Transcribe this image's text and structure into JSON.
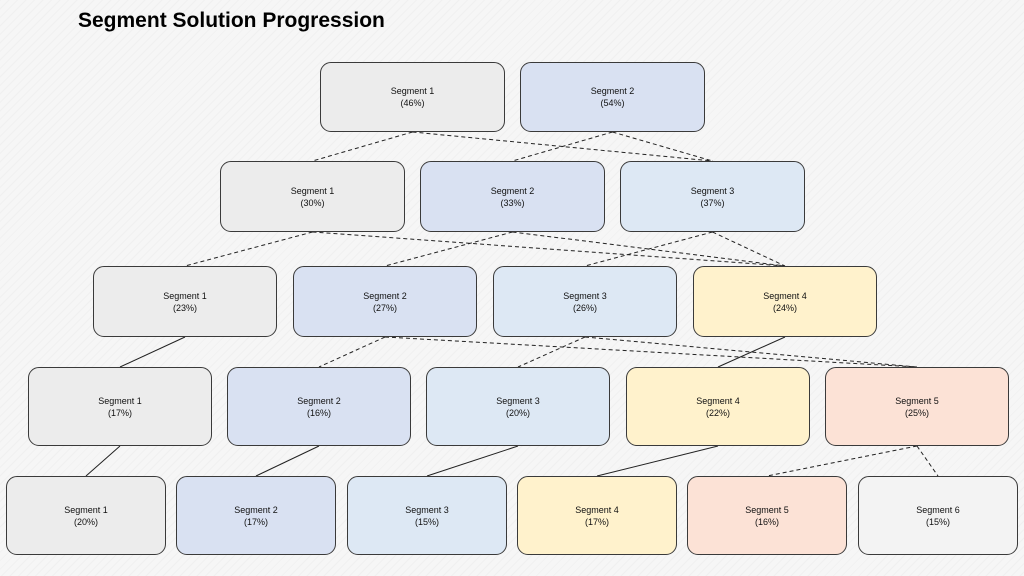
{
  "title": "Segment Solution Progression",
  "colors": {
    "grey": "#ececec",
    "blue": "#d9e1f2",
    "lightblue": "#dde8f4",
    "yellow": "#fff2cc",
    "peach": "#fce2d6",
    "white": "#f3f3f3"
  },
  "levels": [
    {
      "segments": [
        {
          "id": "L1S1",
          "label": "Segment 1",
          "pct": "(46%)",
          "color": "grey"
        },
        {
          "id": "L1S2",
          "label": "Segment 2",
          "pct": "(54%)",
          "color": "blue"
        }
      ]
    },
    {
      "segments": [
        {
          "id": "L2S1",
          "label": "Segment 1",
          "pct": "(30%)",
          "color": "grey"
        },
        {
          "id": "L2S2",
          "label": "Segment 2",
          "pct": "(33%)",
          "color": "blue"
        },
        {
          "id": "L2S3",
          "label": "Segment 3",
          "pct": "(37%)",
          "color": "lightblue"
        }
      ]
    },
    {
      "segments": [
        {
          "id": "L3S1",
          "label": "Segment 1",
          "pct": "(23%)",
          "color": "grey"
        },
        {
          "id": "L3S2",
          "label": "Segment 2",
          "pct": "(27%)",
          "color": "blue"
        },
        {
          "id": "L3S3",
          "label": "Segment 3",
          "pct": "(26%)",
          "color": "lightblue"
        },
        {
          "id": "L3S4",
          "label": "Segment 4",
          "pct": "(24%)",
          "color": "yellow"
        }
      ]
    },
    {
      "segments": [
        {
          "id": "L4S1",
          "label": "Segment 1",
          "pct": "(17%)",
          "color": "grey"
        },
        {
          "id": "L4S2",
          "label": "Segment 2",
          "pct": "(16%)",
          "color": "blue"
        },
        {
          "id": "L4S3",
          "label": "Segment 3",
          "pct": "(20%)",
          "color": "lightblue"
        },
        {
          "id": "L4S4",
          "label": "Segment 4",
          "pct": "(22%)",
          "color": "yellow"
        },
        {
          "id": "L4S5",
          "label": "Segment 5",
          "pct": "(25%)",
          "color": "peach"
        }
      ]
    },
    {
      "segments": [
        {
          "id": "L5S1",
          "label": "Segment 1",
          "pct": "(20%)",
          "color": "grey"
        },
        {
          "id": "L5S2",
          "label": "Segment 2",
          "pct": "(17%)",
          "color": "blue"
        },
        {
          "id": "L5S3",
          "label": "Segment 3",
          "pct": "(15%)",
          "color": "lightblue"
        },
        {
          "id": "L5S4",
          "label": "Segment 4",
          "pct": "(17%)",
          "color": "yellow"
        },
        {
          "id": "L5S5",
          "label": "Segment 5",
          "pct": "(16%)",
          "color": "peach"
        },
        {
          "id": "L5S6",
          "label": "Segment 6",
          "pct": "(15%)",
          "color": "white"
        }
      ]
    }
  ],
  "links": [
    {
      "from": "L1S1",
      "to": "L2S1",
      "style": "dashed"
    },
    {
      "from": "L1S1",
      "to": "L2S3",
      "style": "dashed"
    },
    {
      "from": "L1S2",
      "to": "L2S2",
      "style": "dashed"
    },
    {
      "from": "L1S2",
      "to": "L2S3",
      "style": "dashed"
    },
    {
      "from": "L2S1",
      "to": "L3S1",
      "style": "dashed"
    },
    {
      "from": "L2S1",
      "to": "L3S4",
      "style": "dashed"
    },
    {
      "from": "L2S2",
      "to": "L3S2",
      "style": "dashed"
    },
    {
      "from": "L2S2",
      "to": "L3S4",
      "style": "dashed"
    },
    {
      "from": "L2S3",
      "to": "L3S3",
      "style": "dashed"
    },
    {
      "from": "L2S3",
      "to": "L3S4",
      "style": "dashed"
    },
    {
      "from": "L3S1",
      "to": "L4S1",
      "style": "solid"
    },
    {
      "from": "L3S2",
      "to": "L4S2",
      "style": "dashed"
    },
    {
      "from": "L3S2",
      "to": "L4S5",
      "style": "dashed"
    },
    {
      "from": "L3S3",
      "to": "L4S3",
      "style": "dashed"
    },
    {
      "from": "L3S3",
      "to": "L4S5",
      "style": "dashed"
    },
    {
      "from": "L3S4",
      "to": "L4S4",
      "style": "solid"
    },
    {
      "from": "L4S1",
      "to": "L5S1",
      "style": "solid"
    },
    {
      "from": "L4S2",
      "to": "L5S2",
      "style": "solid"
    },
    {
      "from": "L4S3",
      "to": "L5S3",
      "style": "solid"
    },
    {
      "from": "L4S4",
      "to": "L5S4",
      "style": "solid"
    },
    {
      "from": "L4S5",
      "to": "L5S5",
      "style": "dashed"
    },
    {
      "from": "L4S5",
      "to": "L5S6",
      "style": "dashed"
    }
  ]
}
